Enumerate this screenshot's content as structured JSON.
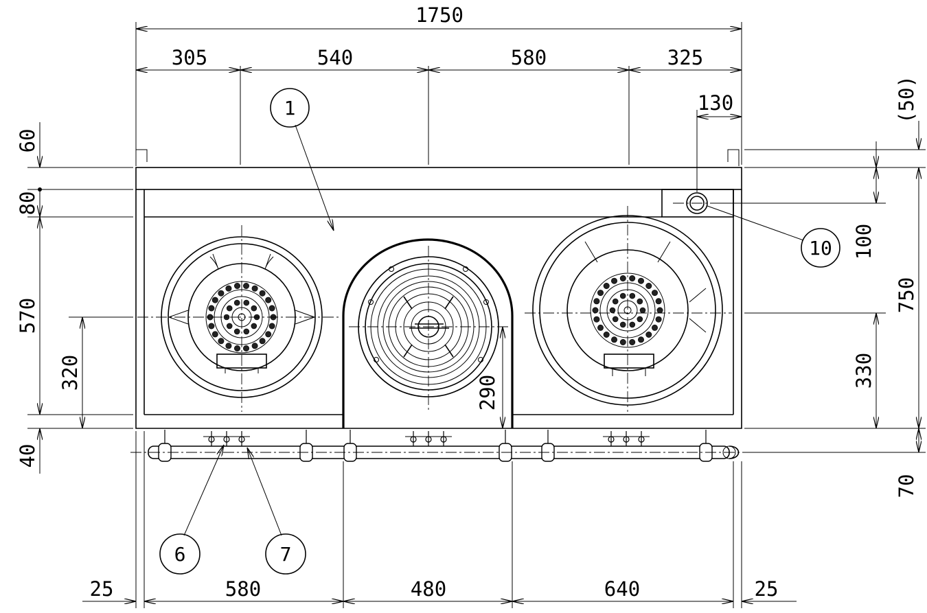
{
  "drawing": {
    "dimensions": {
      "overall_width": "1750",
      "top_305": "305",
      "top_540": "540",
      "top_580": "580",
      "top_325": "325",
      "right_130": "130",
      "right_50": "(50)",
      "right_100": "100",
      "right_750": "750",
      "right_330": "330",
      "right_70": "70",
      "left_60": "60",
      "left_80": "80",
      "left_570": "570",
      "left_320": "320",
      "left_40": "40",
      "center_290": "290",
      "bottom_25_left": "25",
      "bottom_580": "580",
      "bottom_480": "480",
      "bottom_640": "640",
      "bottom_25_right": "25"
    },
    "balloons": {
      "item_1": "1",
      "item_6": "6",
      "item_7": "7",
      "item_10": "10"
    },
    "colors": {
      "line": "#000000",
      "background": "#ffffff"
    }
  }
}
